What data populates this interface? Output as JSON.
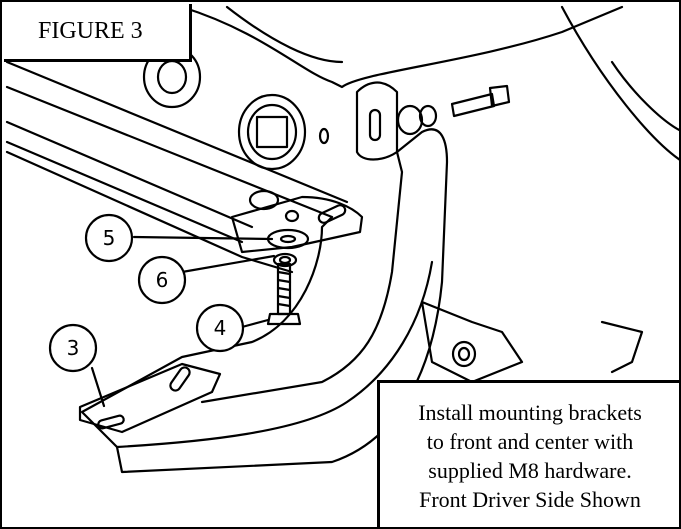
{
  "figure_label": "FIGURE 3",
  "note": {
    "lines": [
      "Install mounting brackets",
      "to front and center with",
      "supplied M8 hardware.",
      "Front Driver Side Shown"
    ]
  },
  "callouts": [
    {
      "id": "5",
      "label": "5"
    },
    {
      "id": "6",
      "label": "6"
    },
    {
      "id": "4",
      "label": "4"
    },
    {
      "id": "3",
      "label": "3"
    }
  ]
}
